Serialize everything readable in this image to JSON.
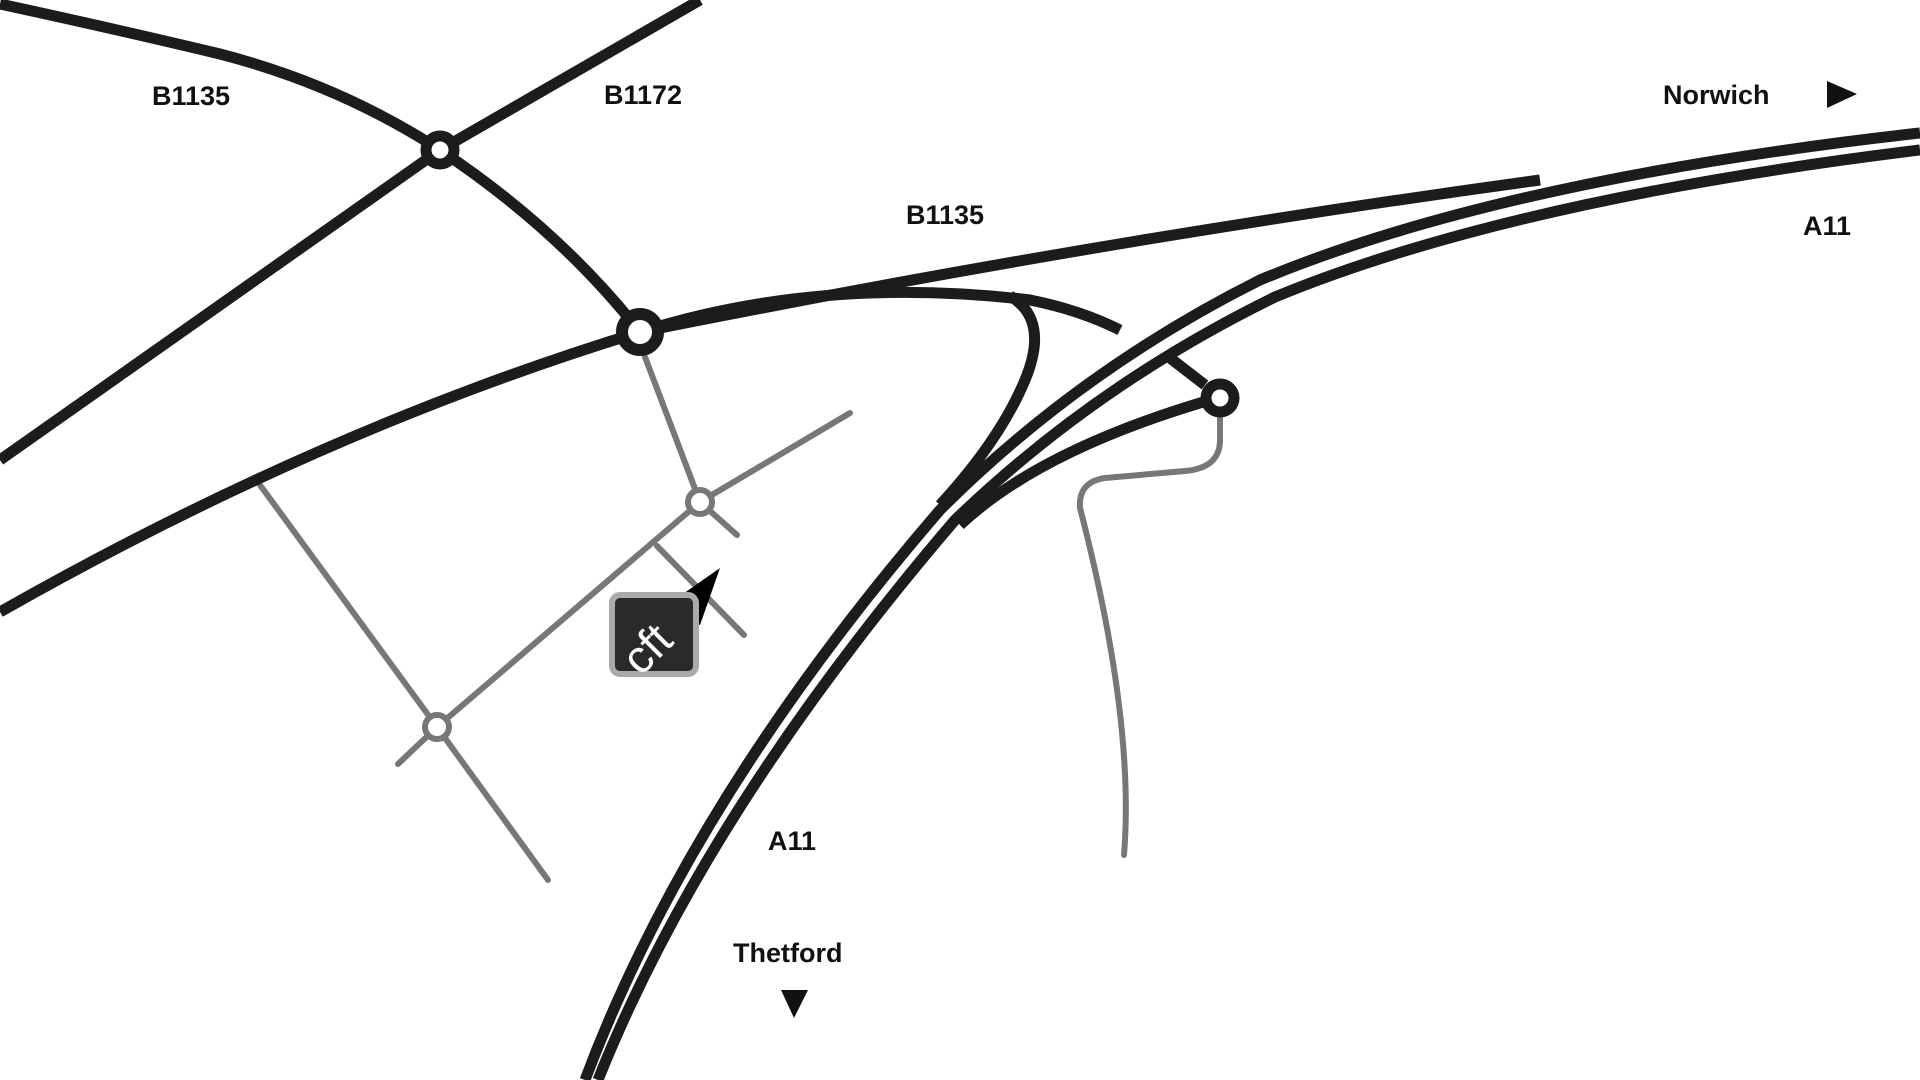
{
  "map": {
    "labels": {
      "b1135_west": "B1135",
      "b1172": "B1172",
      "b1135_east": "B1135",
      "a11_north": "A11",
      "a11_south": "A11",
      "norwich": "Norwich",
      "thetford": "Thetford"
    },
    "directions": {
      "norwich": "east",
      "thetford": "south"
    },
    "marker": {
      "logo_text": "cft",
      "icon": "location-arrow-icon"
    },
    "colors": {
      "major_road": "#1b1c1e",
      "minor_road": "#777777",
      "background": "#ffffff",
      "marker_bg": "#2a2a2a",
      "marker_border": "#aaaaaa"
    }
  }
}
